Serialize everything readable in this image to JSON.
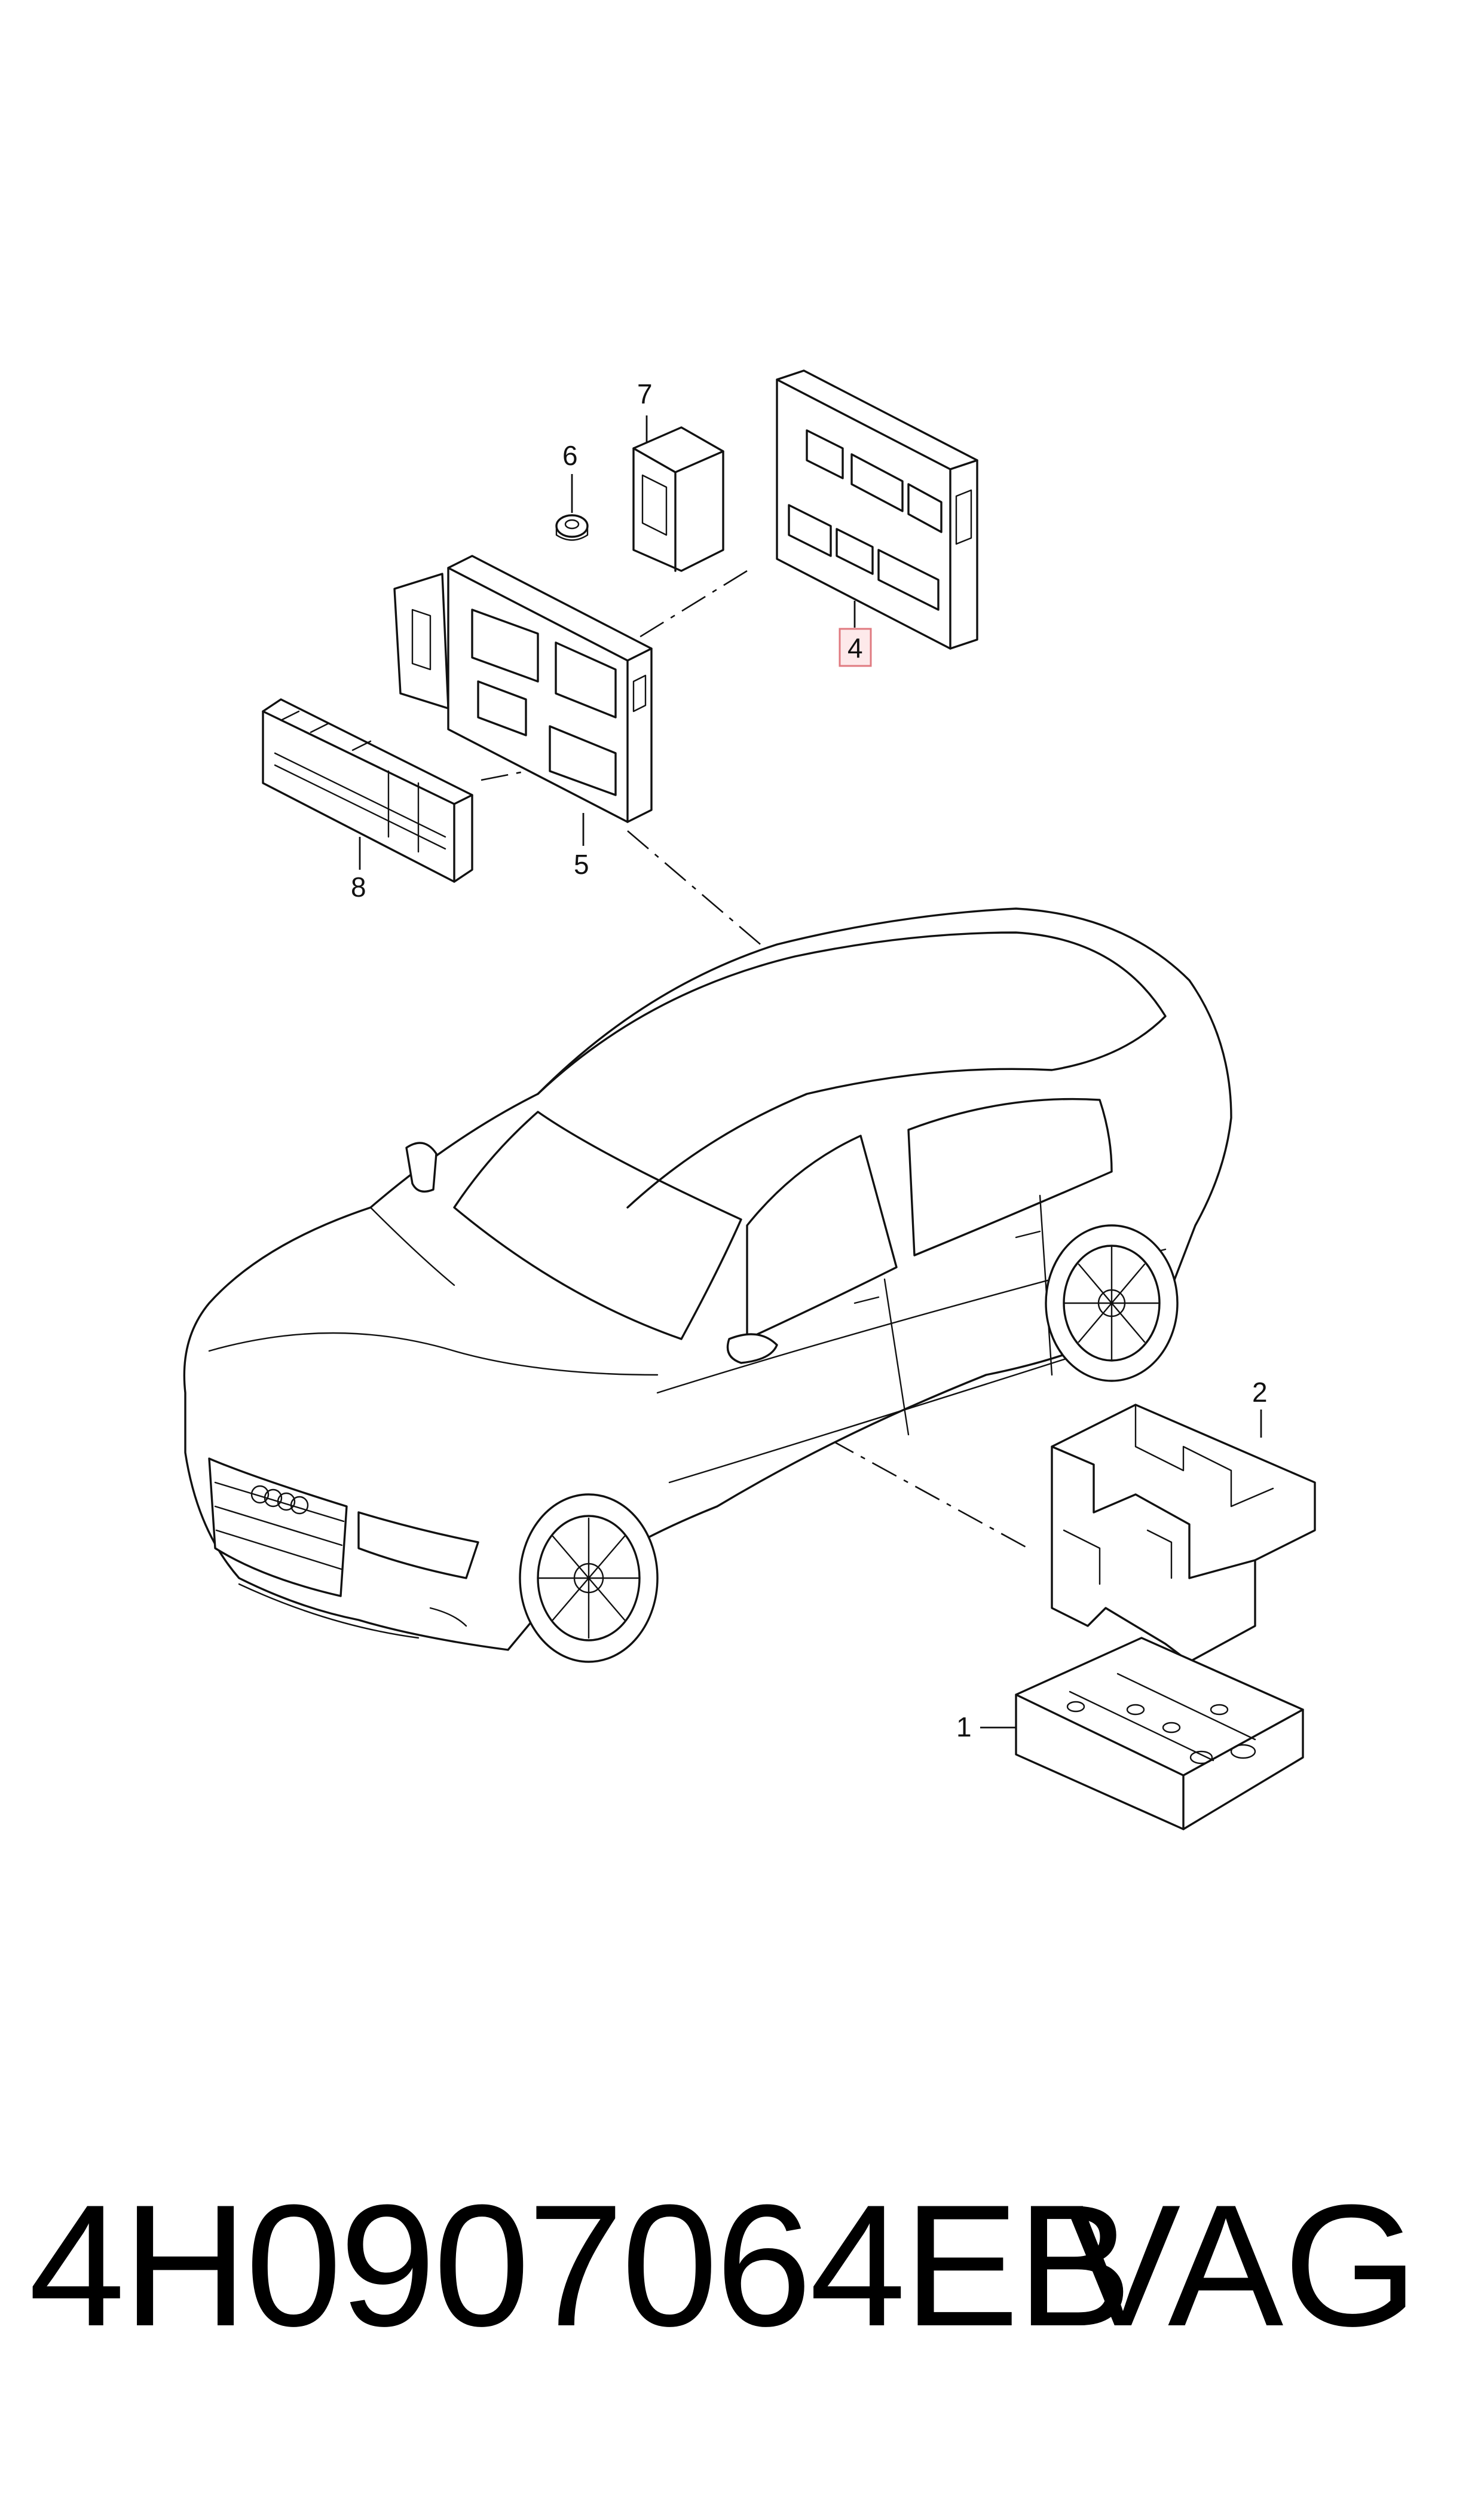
{
  "callouts": {
    "c1": "1",
    "c2": "2",
    "c4": "4",
    "c5": "5",
    "c6": "6",
    "c7": "7",
    "c8": "8"
  },
  "footer": {
    "part_number": "4H0907064EB",
    "brand": "VAG"
  },
  "highlight_color": "#e07a80"
}
